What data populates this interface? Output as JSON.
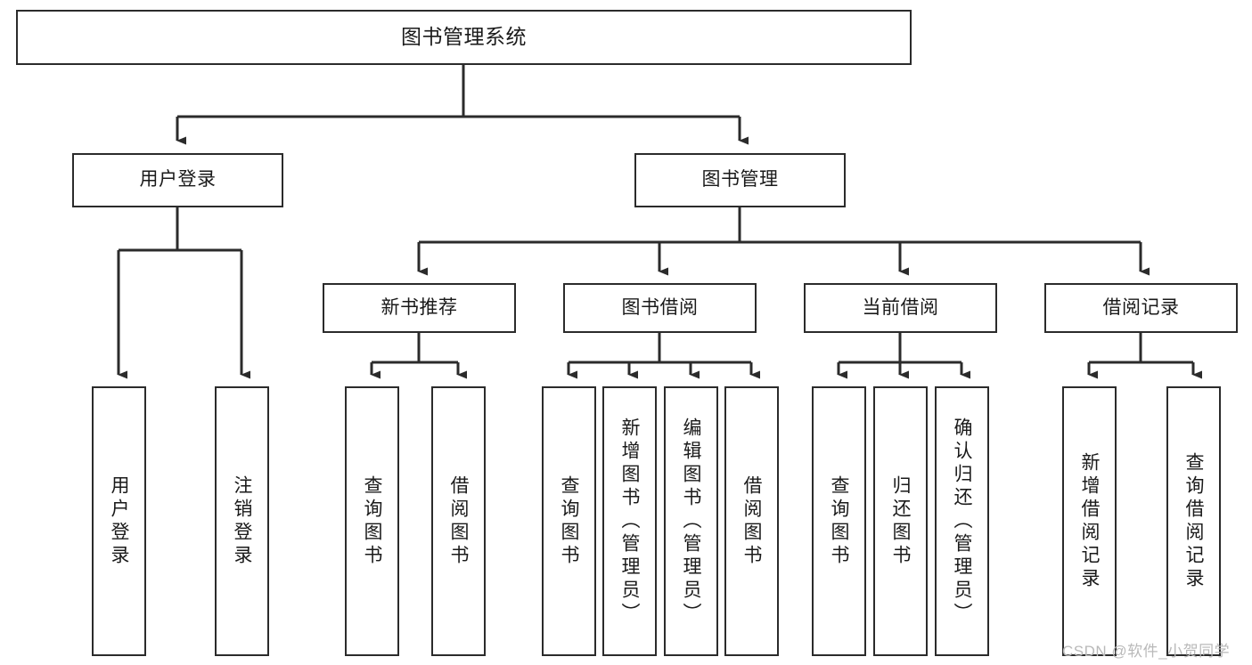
{
  "diagram": {
    "type": "tree-hierarchy",
    "title": "图书管理系统",
    "orientation": "top-down",
    "colors": {
      "box_border": "#2b2b2b",
      "box_fill": "#ffffff",
      "connector": "#2b2b2b",
      "text": "#1a1a1a",
      "watermark": "#b9b9b9",
      "background": "#ffffff"
    }
  },
  "root": {
    "label": "图书管理系统"
  },
  "level2": [
    {
      "label": "用户登录"
    },
    {
      "label": "图书管理"
    }
  ],
  "level3": [
    {
      "label": "新书推荐"
    },
    {
      "label": "图书借阅"
    },
    {
      "label": "当前借阅"
    },
    {
      "label": "借阅记录"
    }
  ],
  "leaves": {
    "user_login": [
      {
        "label": "用户登录"
      },
      {
        "label": "注销登录"
      }
    ],
    "new_book_recommend": [
      {
        "label": "查询图书"
      },
      {
        "label": "借阅图书"
      }
    ],
    "book_borrow": [
      {
        "label": "查询图书"
      },
      {
        "label": "新增图书（管理员）"
      },
      {
        "label": "编辑图书（管理员）"
      },
      {
        "label": "借阅图书"
      }
    ],
    "current_borrow": [
      {
        "label": "查询图书"
      },
      {
        "label": "归还图书"
      },
      {
        "label": "确认归还（管理员）"
      }
    ],
    "borrow_record": [
      {
        "label": "新增借阅记录"
      },
      {
        "label": "查询借阅记录"
      }
    ]
  },
  "watermark": {
    "text": "CSDN @软件_小贺同学"
  }
}
